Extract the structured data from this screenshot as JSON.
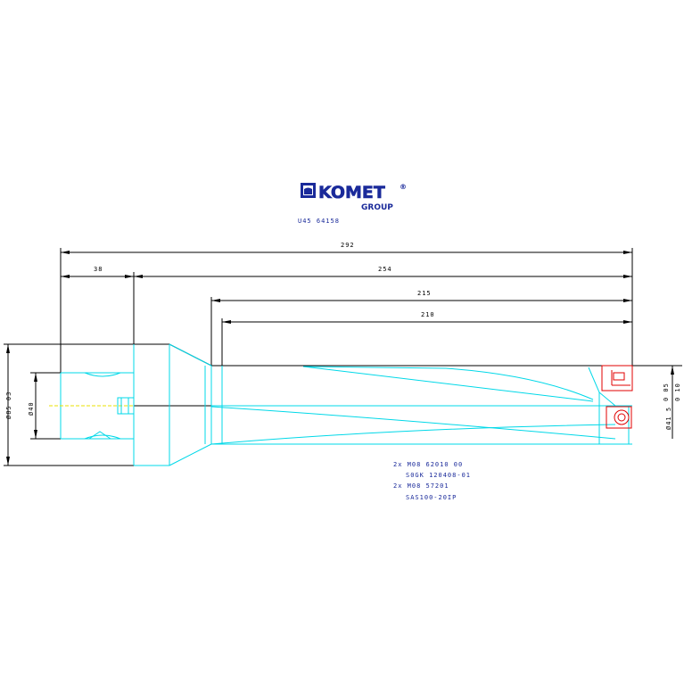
{
  "logo": {
    "brand": "KOMET",
    "registered": "®",
    "group": "GROUP",
    "color": "#1a2a9a"
  },
  "part_number": "U45 64158",
  "dimensions": {
    "overall_length": "292",
    "shank_length": "38",
    "body_length": "254",
    "length_215": "215",
    "length_210": "210",
    "flange_diameter": "Ø85 03",
    "shank_diameter": "Ø40",
    "drill_diameter": "Ø41 5",
    "tol_upper": "0 05",
    "tol_lower": "0 10"
  },
  "notes": [
    "2x M08 62010 00",
    "S0GK 120408-01",
    "2x M08 57201",
    "SAS100-20IP"
  ],
  "colors": {
    "outline": "#00d8e8",
    "insert": "#e00000",
    "dimension": "#000000",
    "text": "#1a2a9a"
  }
}
